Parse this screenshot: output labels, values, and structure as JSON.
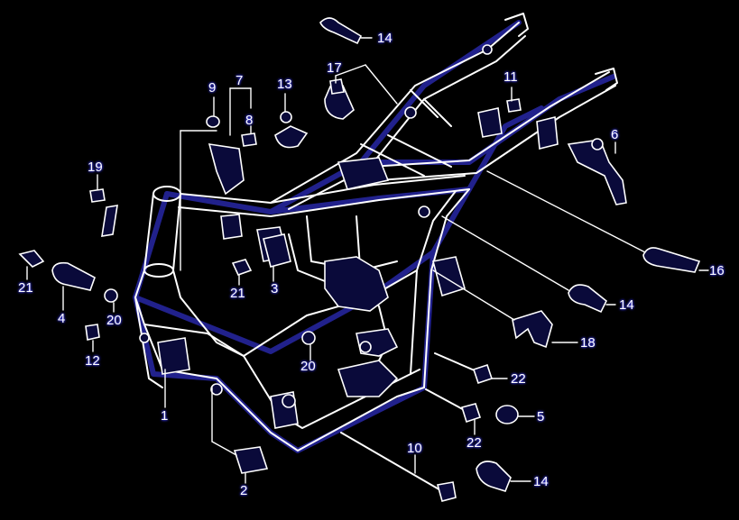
{
  "diagram": {
    "background": "#000000",
    "line_color": "#ffffff",
    "glow_color": "#3d3dff",
    "callouts": [
      {
        "id": "c14a",
        "text": "14"
      },
      {
        "id": "c17",
        "text": "17"
      },
      {
        "id": "c11",
        "text": "11"
      },
      {
        "id": "c9",
        "text": "9"
      },
      {
        "id": "c7",
        "text": "7"
      },
      {
        "id": "c13",
        "text": "13"
      },
      {
        "id": "c8",
        "text": "8"
      },
      {
        "id": "c6",
        "text": "6"
      },
      {
        "id": "c19",
        "text": "19"
      },
      {
        "id": "c16",
        "text": "16"
      },
      {
        "id": "c21a",
        "text": "21"
      },
      {
        "id": "c21b",
        "text": "21"
      },
      {
        "id": "c3",
        "text": "3"
      },
      {
        "id": "c14b",
        "text": "14"
      },
      {
        "id": "c4",
        "text": "4"
      },
      {
        "id": "c20a",
        "text": "20"
      },
      {
        "id": "c18",
        "text": "18"
      },
      {
        "id": "c12",
        "text": "12"
      },
      {
        "id": "c20b",
        "text": "20"
      },
      {
        "id": "c22a",
        "text": "22"
      },
      {
        "id": "c1",
        "text": "1"
      },
      {
        "id": "c5",
        "text": "5"
      },
      {
        "id": "c22b",
        "text": "22"
      },
      {
        "id": "c10",
        "text": "10"
      },
      {
        "id": "c14c",
        "text": "14"
      },
      {
        "id": "c2",
        "text": "2"
      }
    ]
  }
}
